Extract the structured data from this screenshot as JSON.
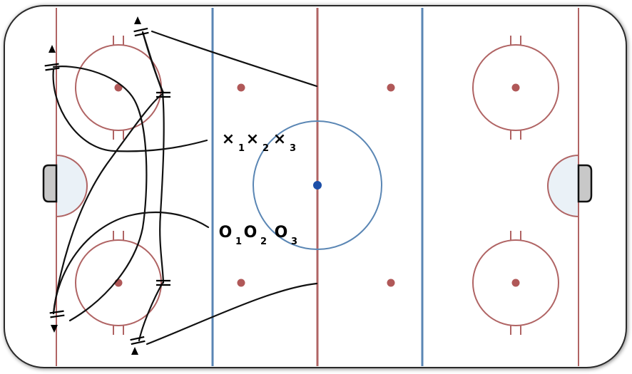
{
  "colors": {
    "red_line": "#b06464",
    "blue_line": "#5a86b4",
    "faceoff_dot": "#b05858",
    "center_dot": "#1c4fa8",
    "crease_fill": "#eaf1f7",
    "net_fill": "#c8c8c8",
    "board": "#2a2a2a",
    "path": "#111111"
  },
  "players": {
    "x": [
      {
        "marker": "×",
        "sub": "1"
      },
      {
        "marker": "×",
        "sub": "2"
      },
      {
        "marker": "×",
        "sub": "3"
      }
    ],
    "o": [
      {
        "marker": "O",
        "sub": "1"
      },
      {
        "marker": "O",
        "sub": "2"
      },
      {
        "marker": "O",
        "sub": "3"
      }
    ]
  },
  "icons": [
    "skate-stop-icon",
    "arrow-head-icon",
    "faceoff-dot-icon"
  ]
}
